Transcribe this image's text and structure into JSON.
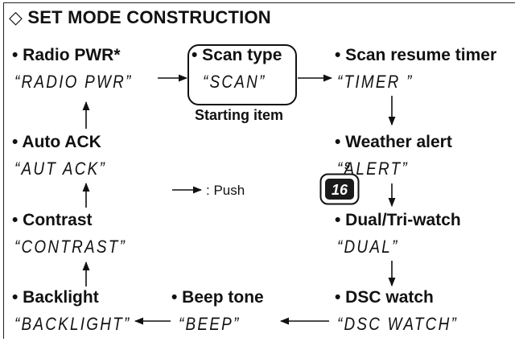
{
  "title": "◇ SET MODE CONSTRUCTION",
  "items": {
    "radio_pwr": {
      "label": "• Radio PWR*",
      "display": "“RADIO PWR”"
    },
    "scan_type": {
      "label": "• Scan type",
      "display": "“SCAN”"
    },
    "scan_resume_timer": {
      "label": "• Scan resume timer",
      "display": "“TIMER ”"
    },
    "weather_alert": {
      "label": "• Weather alert",
      "display": "“ALERT”"
    },
    "dual_tri_watch": {
      "label": "• Dual/Tri-watch",
      "display": "“DUAL”"
    },
    "dsc_watch": {
      "label": "• DSC watch",
      "display": "“DSC WATCH”"
    },
    "beep_tone": {
      "label": "• Beep tone",
      "display": "“BEEP”"
    },
    "backlight": {
      "label": "• Backlight",
      "display": "“BACKLIGHT”"
    },
    "contrast": {
      "label": "• Contrast",
      "display": "“CONTRAST”"
    },
    "auto_ack": {
      "label": "• Auto ACK",
      "display": "“AUT ACK”"
    }
  },
  "starting_item": "Starting item",
  "legend": {
    "text": ": Push",
    "key_label": "16",
    "key_top_label": "9"
  },
  "colors": {
    "ink": "#111111",
    "key_fill": "#1a1a1a",
    "key_text": "#ffffff"
  }
}
